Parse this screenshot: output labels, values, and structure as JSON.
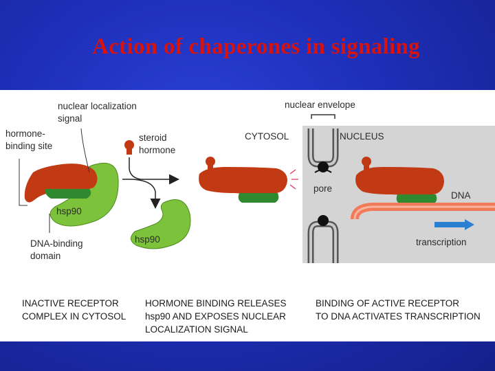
{
  "title": "Action of chaperones in signaling",
  "labels": {
    "nuclear_localization_signal": [
      "nuclear localization",
      "signal"
    ],
    "hormone_binding_site": [
      "hormone-",
      "binding site"
    ],
    "steroid_hormone": [
      "steroid",
      "hormone"
    ],
    "cytosol": "CYTOSOL",
    "nuclear_envelope": "nuclear envelope",
    "nucleus": "NUCLEUS",
    "hsp90_bound": "hsp90",
    "hsp90_free": "hsp90",
    "pore": "pore",
    "dna": "DNA",
    "transcription": "transcription",
    "dna_binding_domain": [
      "DNA-binding",
      "domain"
    ]
  },
  "captions": {
    "step1": [
      "INACTIVE RECEPTOR",
      "COMPLEX IN CYTOSOL"
    ],
    "step2": [
      "HORMONE BINDING RELEASES",
      "hsp90 AND EXPOSES NUCLEAR",
      "LOCALIZATION SIGNAL"
    ],
    "step3": [
      "BINDING OF ACTIVE RECEPTOR",
      "TO DNA ACTIVATES TRANSCRIPTION"
    ]
  },
  "colors": {
    "receptor": "#c23a14",
    "dna_binding_domain": "#2f8a2f",
    "hsp90": "#7cc23a",
    "nucleus_bg": "#d4d4d4",
    "dna": "#f07a5a",
    "transcription_arrow": "#2a7fd0",
    "title": "#d8120c"
  }
}
